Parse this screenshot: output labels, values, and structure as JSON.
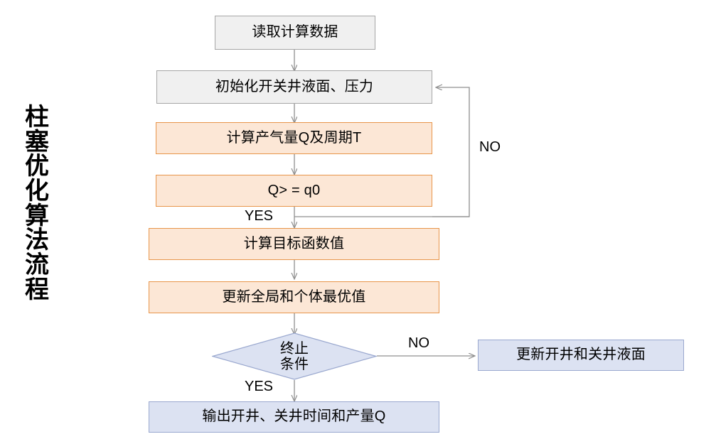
{
  "diagram": {
    "type": "flowchart",
    "side_title": "柱塞优化算法流程",
    "side_title_chars": [
      "柱",
      "塞",
      "优",
      "化",
      "算",
      "法",
      "流",
      "程"
    ],
    "colors": {
      "gray_fill": "#f0f0f0",
      "gray_border": "#a6a6a6",
      "orange_fill": "#fce7d6",
      "orange_border": "#e8954a",
      "blue_fill": "#dce2f2",
      "blue_border": "#9aa8cf",
      "connector": "#808080",
      "text": "#000000"
    },
    "nodes": [
      {
        "id": "read-data",
        "label": "读取计算数据",
        "shape": "rect",
        "style": "gray"
      },
      {
        "id": "init",
        "label": "初始化开关井液面、压力",
        "shape": "rect",
        "style": "gray"
      },
      {
        "id": "calc-q-t",
        "label": "计算产气量Q及周期T",
        "shape": "rect",
        "style": "orange"
      },
      {
        "id": "compare-q",
        "label": "Q> = q0",
        "shape": "rect",
        "style": "orange"
      },
      {
        "id": "calc-objective",
        "label": "计算目标函数值",
        "shape": "rect",
        "style": "orange"
      },
      {
        "id": "update-best",
        "label": "更新全局和个体最优值",
        "shape": "rect",
        "style": "orange"
      },
      {
        "id": "stop-condition",
        "label_line1": "终止",
        "label_line2": "条件",
        "shape": "diamond",
        "style": "blue"
      },
      {
        "id": "update-levels",
        "label": "更新开井和关井液面",
        "shape": "rect",
        "style": "blue"
      },
      {
        "id": "output",
        "label": "输出开井、关井时间和产量Q",
        "shape": "rect",
        "style": "blue"
      }
    ],
    "edge_labels": {
      "compare_no": "NO",
      "compare_yes": "YES",
      "stop_no": "NO",
      "stop_yes": "YES"
    }
  }
}
